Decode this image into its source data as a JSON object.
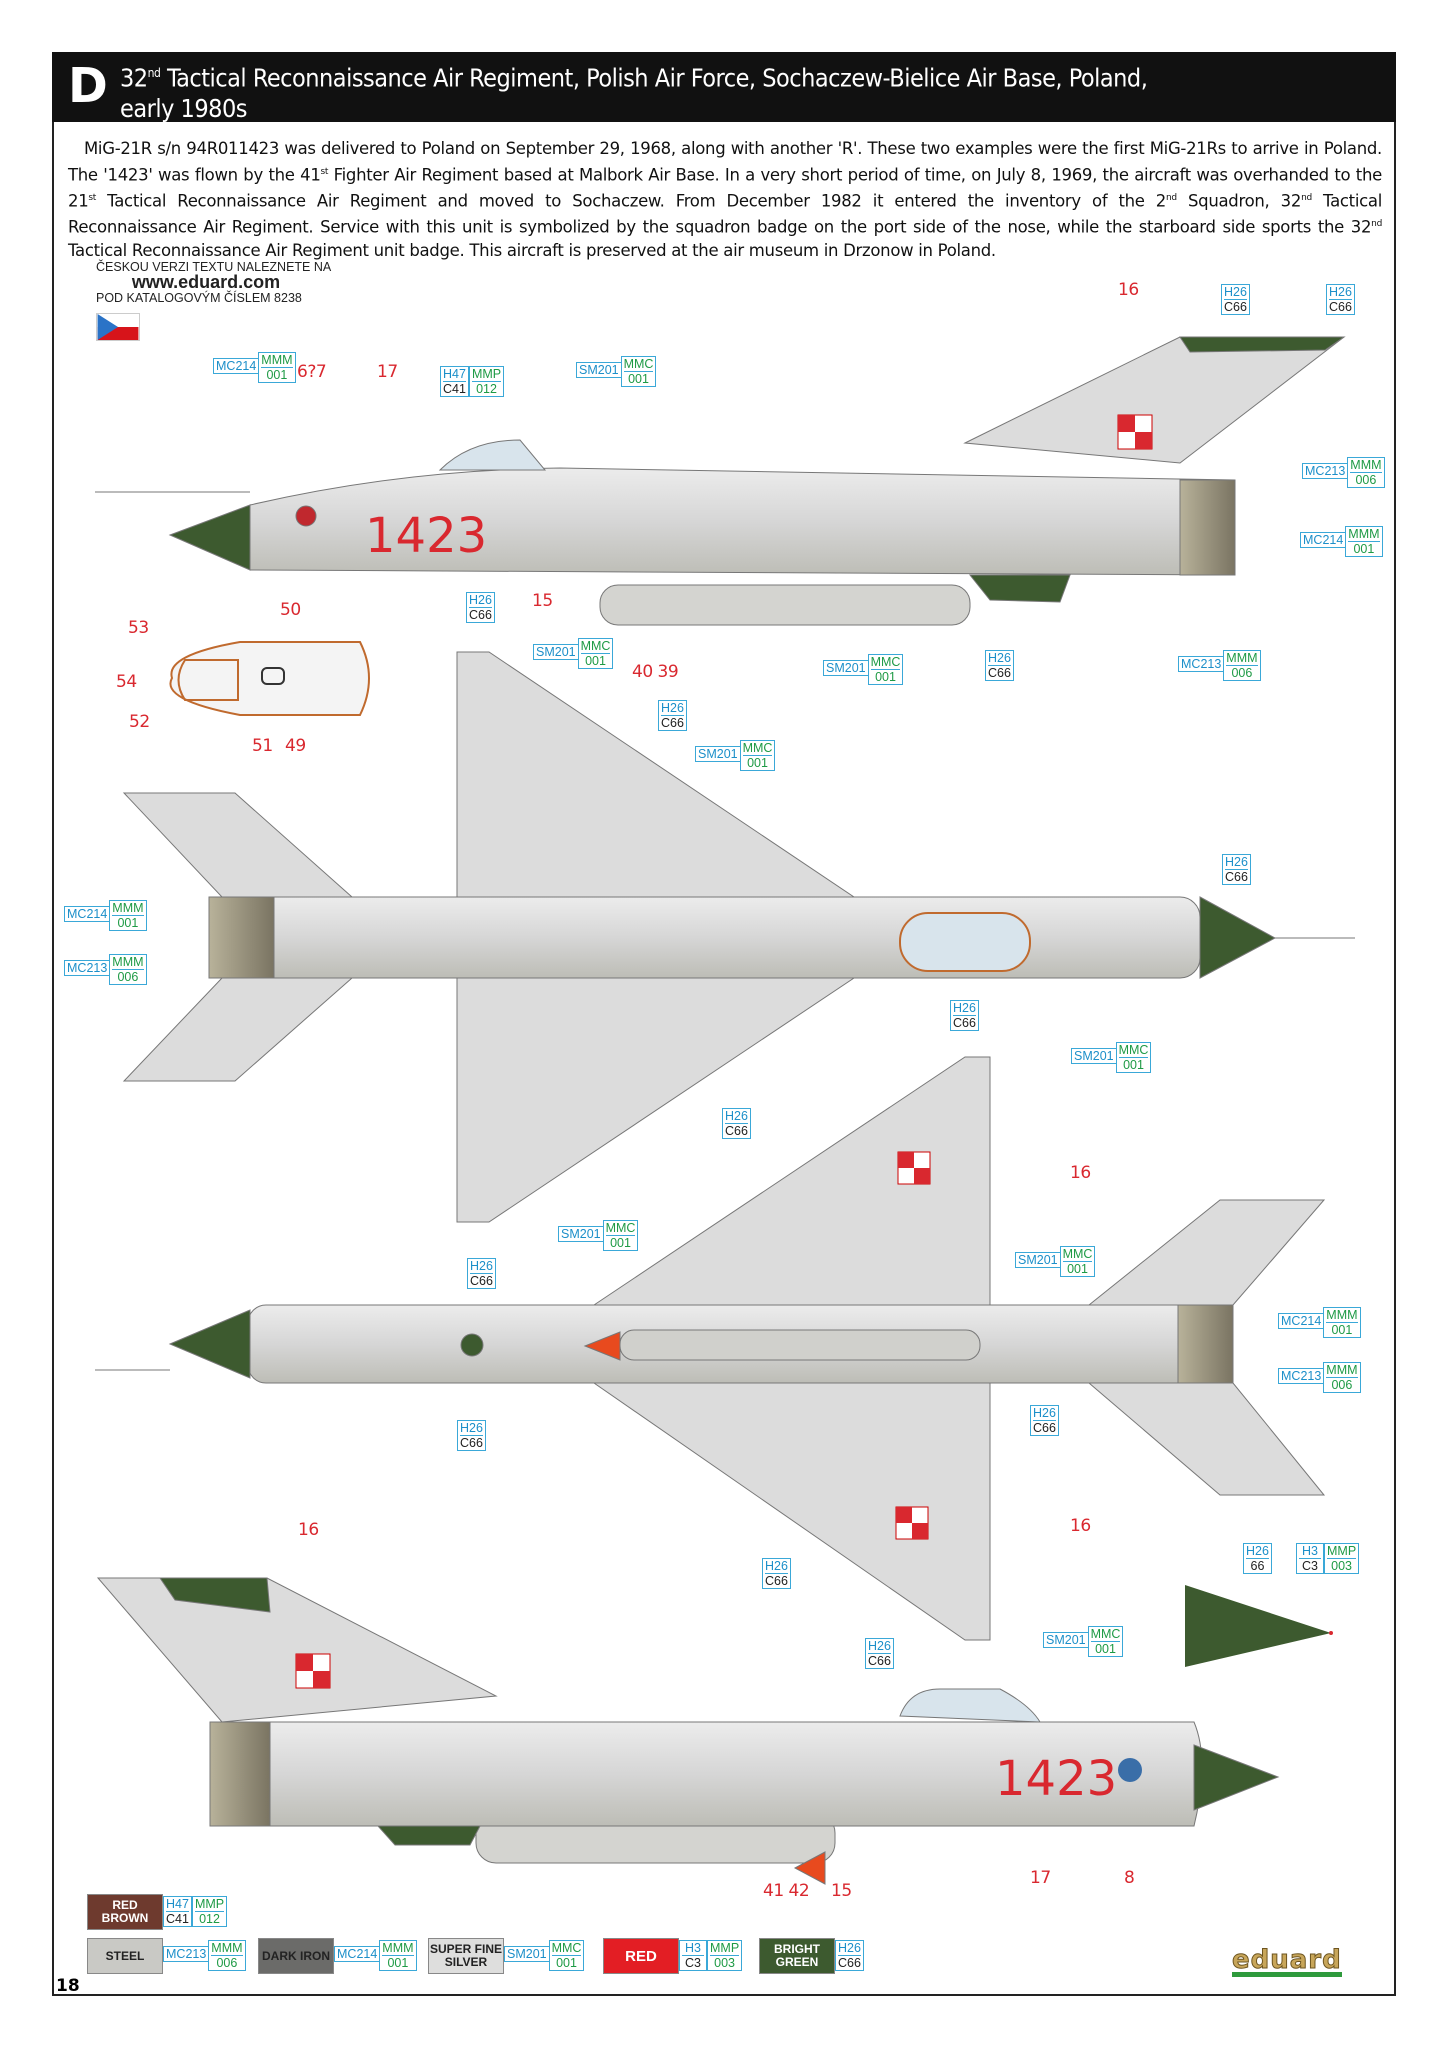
{
  "header": {
    "letter": "D",
    "title_a": "32",
    "title_sup": "nd",
    "title_b": " Tactical Reconnaissance Air Regiment, Polish Air Force, Sochaczew-Bielice Air Base, Poland,",
    "title_c": "early 1980s"
  },
  "intro": {
    "parts": [
      "MiG-21R s/n 94R011423 was delivered to Poland on September 29, 1968, along with another 'R'. These two examples were the first MiG-21Rs to arrive in Poland. The '1423' was flown by the 41",
      "st",
      " Fighter Air Regiment based at Malbork Air Base. In a very short period of time, on July 8, 1969, the aircraft was overhanded to the 21",
      "st",
      " Tactical Reconnaissance Air Regiment and moved to Sochaczew. From December 1982 it entered the inventory of the 2",
      "nd",
      " Squadron, 32",
      "nd",
      " Tactical Reconnaissance Air Regiment. Service with this unit is symbolized by the squadron badge on the port side of the nose, while the starboard side sports the 32",
      "nd",
      " Tactical Reconnaissance Air Regiment unit badge. This aircraft is preserved at the air museum in Drzonow in Poland."
    ]
  },
  "czech_note": {
    "line1": "ČESKOU VERZI TEXTU NALEZNETE NA",
    "url": "www.eduard.com",
    "line2": "POD KATALOGOVÝM ČÍSLEM 8238"
  },
  "aircraft_serial": "1423",
  "callouts": [
    {
      "left": [
        "MC214"
      ],
      "right": [
        "MMM",
        "001"
      ]
    },
    {
      "left": [
        "H47",
        "C41"
      ],
      "right": [
        "MMP",
        "012"
      ]
    },
    {
      "left": [
        "SM201"
      ],
      "right": [
        "MMC",
        "001"
      ]
    },
    {
      "left": [
        "H26",
        "C66"
      ]
    },
    {
      "left": [
        "H26",
        "C66"
      ]
    },
    {
      "left": [
        "MC213"
      ],
      "right": [
        "MMM",
        "006"
      ]
    },
    {
      "left": [
        "MC214"
      ],
      "right": [
        "MMM",
        "001"
      ]
    },
    {
      "left": [
        "H26",
        "C66"
      ]
    },
    {
      "left": [
        "SM201"
      ],
      "right": [
        "MMC",
        "001"
      ]
    },
    {
      "left": [
        "SM201"
      ],
      "right": [
        "MMC",
        "001"
      ]
    },
    {
      "left": [
        "H26",
        "C66"
      ]
    },
    {
      "left": [
        "MC213"
      ],
      "right": [
        "MMM",
        "006"
      ]
    },
    {
      "left": [
        "H26",
        "C66"
      ]
    },
    {
      "left": [
        "SM201"
      ],
      "right": [
        "MMC",
        "001"
      ]
    },
    {
      "left": [
        "H26",
        "C66"
      ]
    },
    {
      "left": [
        "MC214"
      ],
      "right": [
        "MMM",
        "001"
      ]
    },
    {
      "left": [
        "MC213"
      ],
      "right": [
        "MMM",
        "006"
      ]
    },
    {
      "left": [
        "H26",
        "C66"
      ]
    },
    {
      "left": [
        "SM201"
      ],
      "right": [
        "MMC",
        "001"
      ]
    },
    {
      "left": [
        "H26",
        "C66"
      ]
    },
    {
      "left": [
        "SM201"
      ],
      "right": [
        "MMC",
        "001"
      ]
    },
    {
      "left": [
        "H26",
        "C66"
      ]
    },
    {
      "left": [
        "SM201"
      ],
      "right": [
        "MMC",
        "001"
      ]
    },
    {
      "left": [
        "MC214"
      ],
      "right": [
        "MMM",
        "001"
      ]
    },
    {
      "left": [
        "MC213"
      ],
      "right": [
        "MMM",
        "006"
      ]
    },
    {
      "left": [
        "H26",
        "C66"
      ]
    },
    {
      "left": [
        "H26",
        "C66"
      ]
    },
    {
      "left": [
        "H26",
        "C66"
      ]
    },
    {
      "left": [
        "H26",
        "66"
      ]
    },
    {
      "left": [
        "H3",
        "C3"
      ],
      "right": [
        "MMP",
        "003"
      ]
    },
    {
      "left": [
        "H26",
        "C66"
      ]
    },
    {
      "left": [
        "SM201"
      ],
      "right": [
        "MMC",
        "001"
      ]
    }
  ],
  "numbers": [
    "16",
    "6?7",
    "17",
    "15",
    "40 39",
    "53",
    "50",
    "54",
    "52",
    "51",
    "49",
    "16",
    "16",
    "16",
    "41 42",
    "15",
    "17",
    "8"
  ],
  "legend": [
    {
      "name": "RED BROWN",
      "color": "#6e3a2e",
      "codes": {
        "left": [
          "H47",
          "C41"
        ],
        "right": [
          "MMP",
          "012"
        ]
      }
    },
    {
      "name": "STEEL",
      "color": "#c9c9c5",
      "codes": {
        "left": [
          "MC213"
        ],
        "right": [
          "MMM",
          "006"
        ]
      }
    },
    {
      "name": "DARK IRON",
      "color": "#6b6b69",
      "codes": {
        "left": [
          "MC214"
        ],
        "right": [
          "MMM",
          "001"
        ]
      }
    },
    {
      "name": "SUPER FINE SILVER",
      "color": "#dededd",
      "codes": {
        "left": [
          "SM201"
        ],
        "right": [
          "MMC",
          "001"
        ]
      }
    },
    {
      "name": "RED",
      "color": "#e31e24",
      "codes": {
        "left": [
          "H3",
          "C3"
        ],
        "right": [
          "MMP",
          "003"
        ]
      }
    },
    {
      "name": "BRIGHT GREEN",
      "color": "#3d5a2f",
      "codes": {
        "left": [
          "H26",
          "C66"
        ]
      }
    }
  ],
  "page_number": "18",
  "logo": "eduard"
}
